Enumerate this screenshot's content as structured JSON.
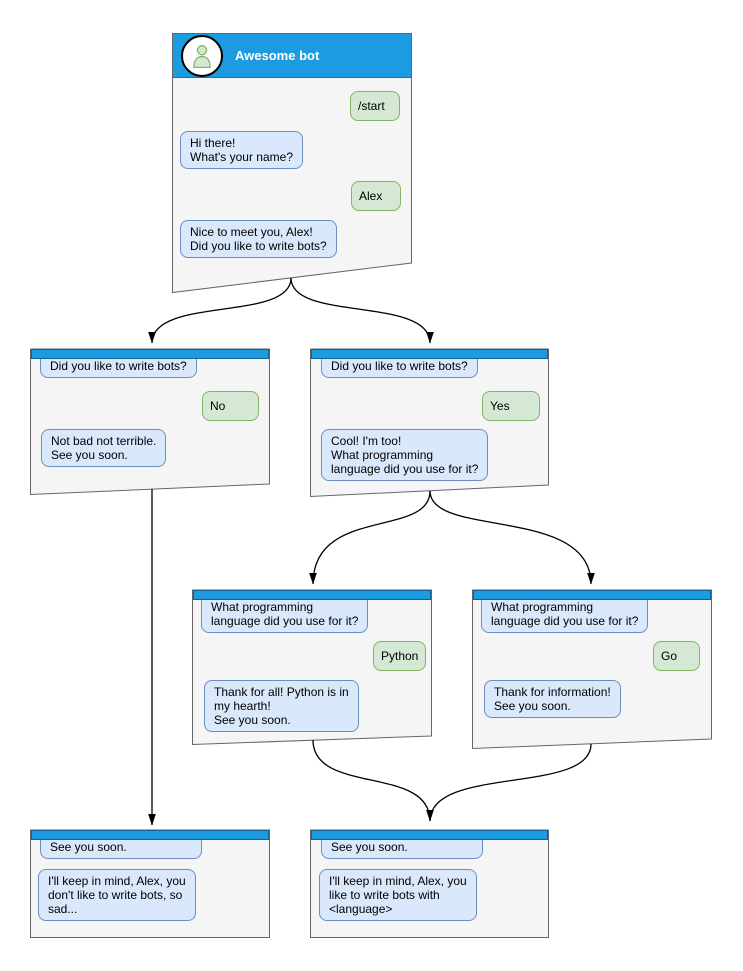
{
  "colors": {
    "titlebar": "#1c9be0",
    "title_text": "#ffffff",
    "window_bg": "#f5f5f5",
    "window_border": "#666666",
    "bot_bubble_bg": "#dae8fc",
    "bot_bubble_border": "#6c8ebf",
    "user_bubble_bg": "#d5e8d4",
    "user_bubble_border": "#82b366",
    "avatar_bg": "#ffffff",
    "avatar_border": "#000000",
    "avatar_person_fill": "#d5e8d4",
    "avatar_person_stroke": "#82b366",
    "arrow": "#000000"
  },
  "main_window": {
    "title": "Awesome bot",
    "avatar_icon": "person-icon",
    "messages": {
      "start_cmd": "/start",
      "greeting": "Hi there!\nWhat's your name?",
      "name_reply": "Alex",
      "ask_bots": "Nice to meet you, Alex!\nDid you like to write bots?"
    }
  },
  "branch_no": {
    "question": "Did you like to write bots?",
    "answer": "No",
    "reply": "Not bad not terrible.\nSee you soon."
  },
  "branch_yes": {
    "question": "Did you like to write bots?",
    "answer": "Yes",
    "reply": "Cool! I'm too!\nWhat programming\nlanguage did you use for it?"
  },
  "branch_python": {
    "question": "What programming\nlanguage did you use for it?",
    "answer": "Python",
    "reply": "Thank for all! Python is in\nmy hearth!\nSee you soon."
  },
  "branch_go": {
    "question": "What programming\nlanguage did you use for it?",
    "answer": "Go",
    "reply": "Thank for information!\nSee you soon."
  },
  "end_no": {
    "question": "See you soon.",
    "reply": "I'll keep in mind, Alex, you\ndon't like to write bots, so\nsad..."
  },
  "end_yes": {
    "question": "See you soon.",
    "reply": "I'll keep in mind, Alex, you\nlike to write bots with\n<language>"
  }
}
